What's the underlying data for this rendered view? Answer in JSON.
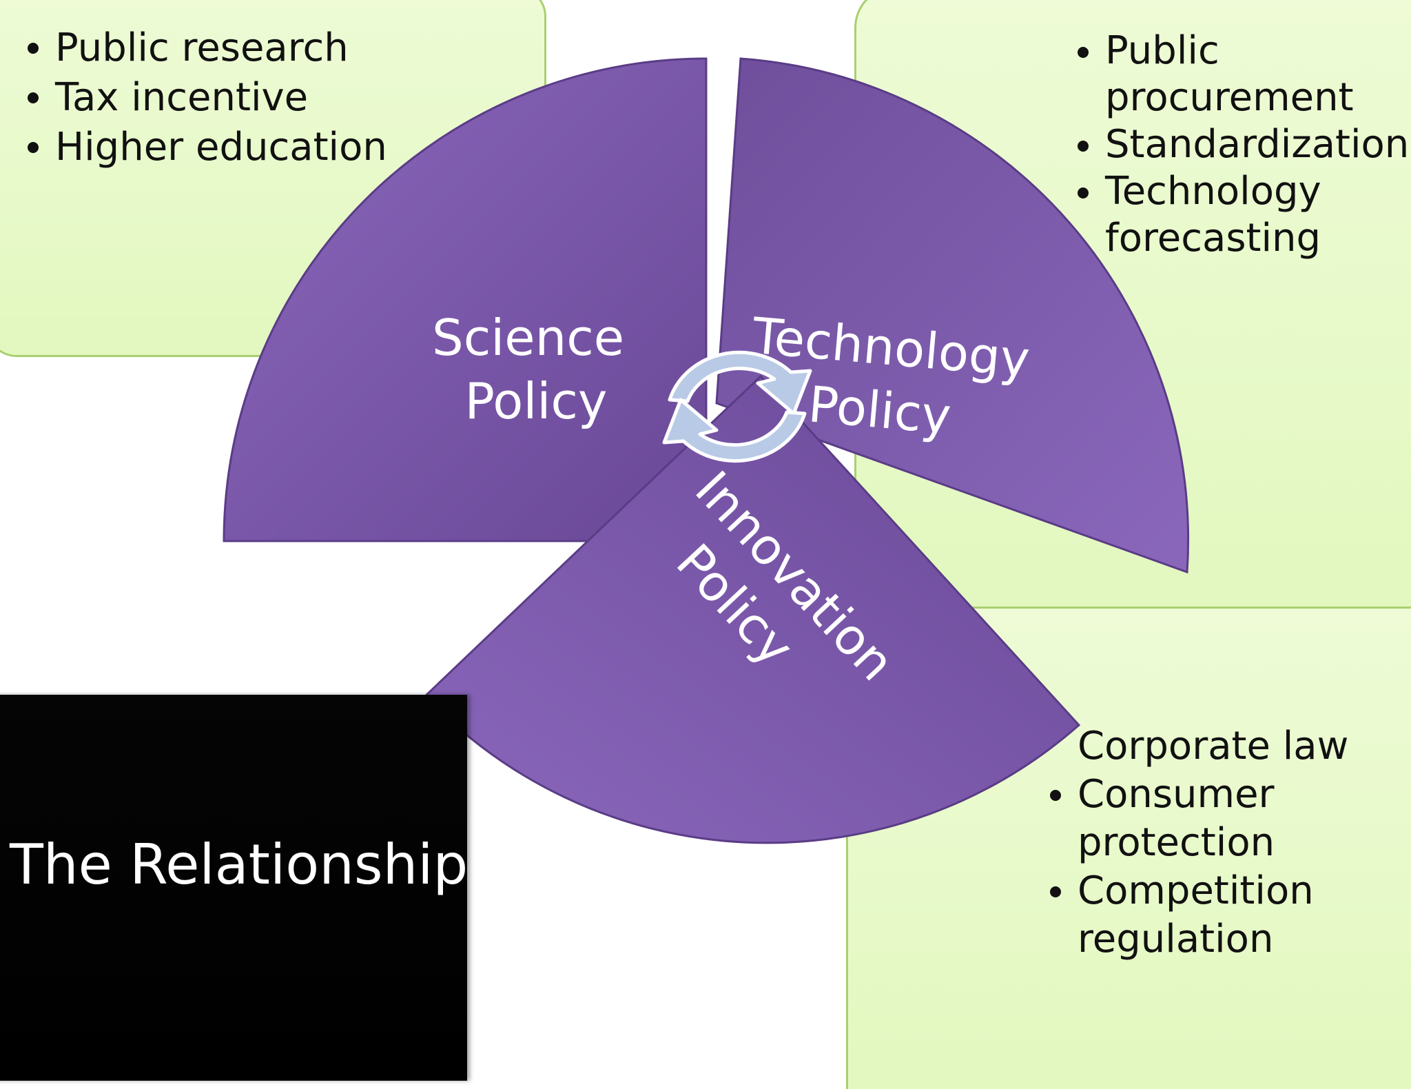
{
  "title": "The Relationship",
  "segments": {
    "science": "Science Policy",
    "science_line1": "Science",
    "science_line2": "Policy",
    "technology": "Technology Policy",
    "technology_line1": "Technology",
    "technology_line2": "Policy",
    "innovation": "Innovation Policy",
    "innovation_line1": "Innovation",
    "innovation_line2": "Policy"
  },
  "lists": {
    "science": [
      "Public research",
      "Tax incentive",
      "Higher education"
    ],
    "technology": [
      "Public procurement",
      "Standardization",
      "Technology forecasting"
    ],
    "innovation": [
      "Corporate law",
      "Consumer protection",
      "Competition regulation"
    ]
  },
  "colors": {
    "segment_fill": "#7d5aab",
    "box_fill": "#e6f9c8",
    "box_border": "#a9cf70",
    "cycle_arrow": "#b9cae6"
  },
  "icons": [
    "cycle-arrows-icon"
  ]
}
